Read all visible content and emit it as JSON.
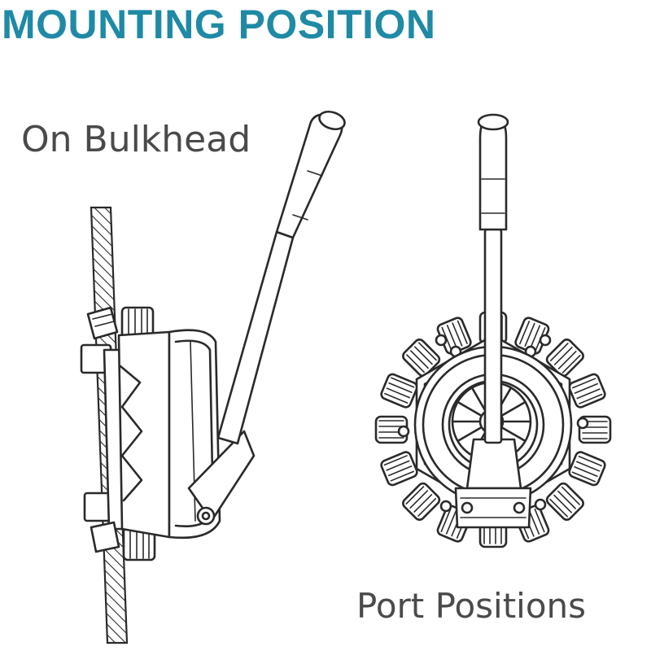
{
  "heading": "MOUNTING POSITION",
  "label_bulkhead": "On Bulkhead",
  "label_ports": "Port Positions",
  "accent_color": "#1f8aa6",
  "text_color": "#4a4a4a"
}
